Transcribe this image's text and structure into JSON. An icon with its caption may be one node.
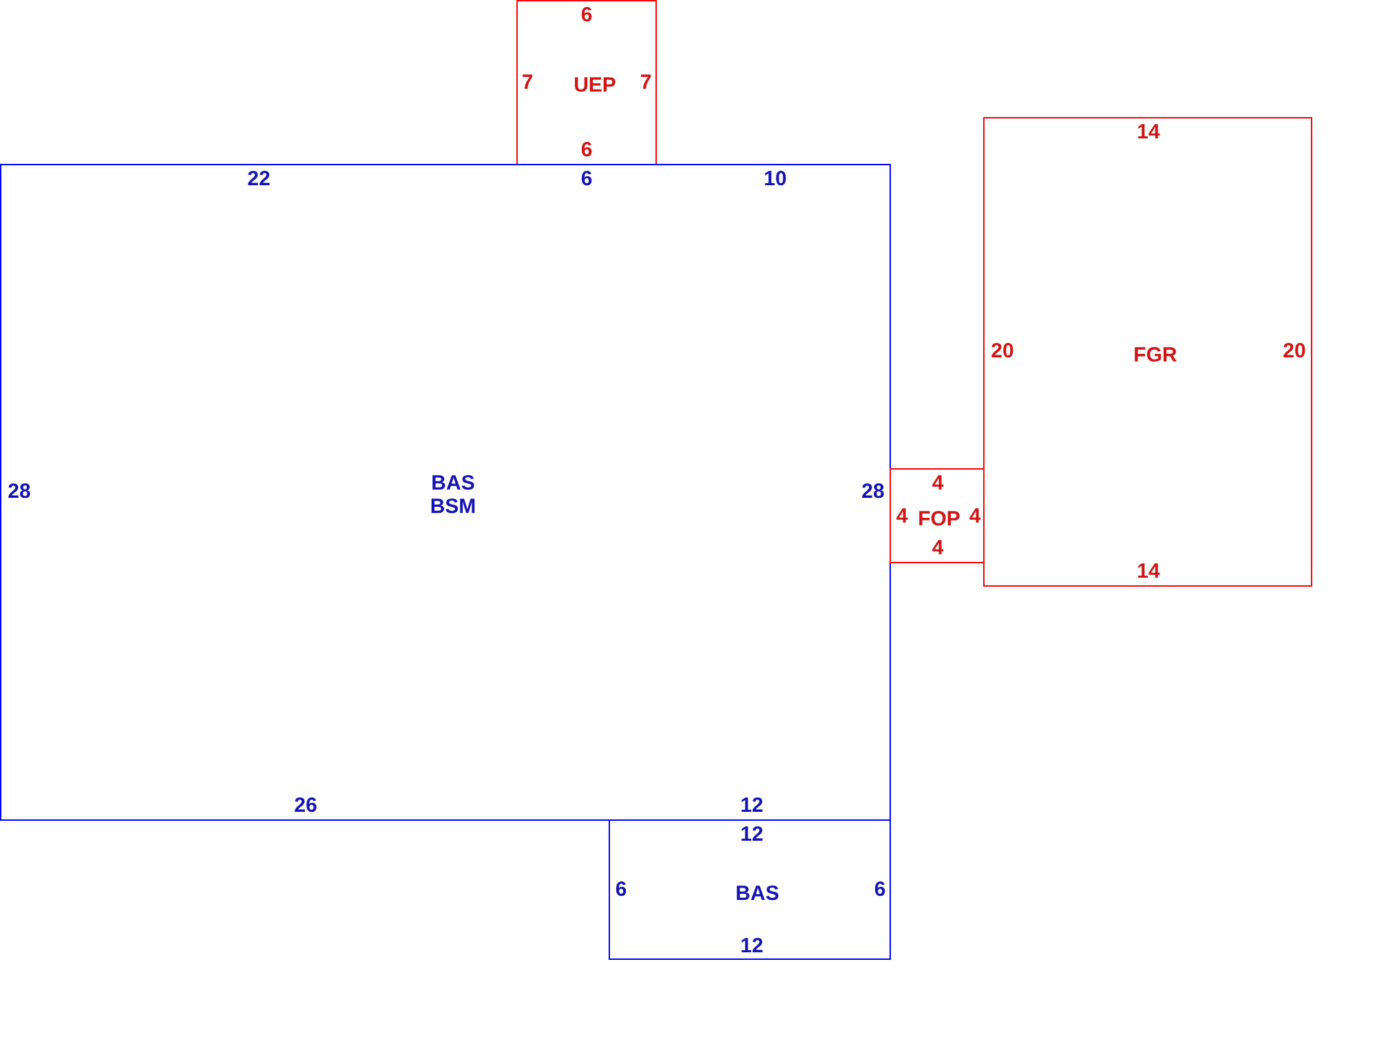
{
  "diagram": {
    "nodes": [
      {
        "text": [
          "6",
          "7",
          "UEP",
          "7",
          "6"
        ]
      },
      {
        "text": [
          "22",
          "6",
          "10",
          "28",
          "BAS",
          "BSM",
          "28",
          "26",
          "12"
        ]
      },
      {
        "text": [
          "14",
          "20",
          "FGR",
          "20",
          "14"
        ]
      },
      {
        "text": [
          "4",
          "4",
          "FOP",
          "4",
          "4"
        ]
      },
      {
        "text": [
          "12",
          "6",
          "BAS",
          "6",
          "12"
        ]
      }
    ]
  }
}
